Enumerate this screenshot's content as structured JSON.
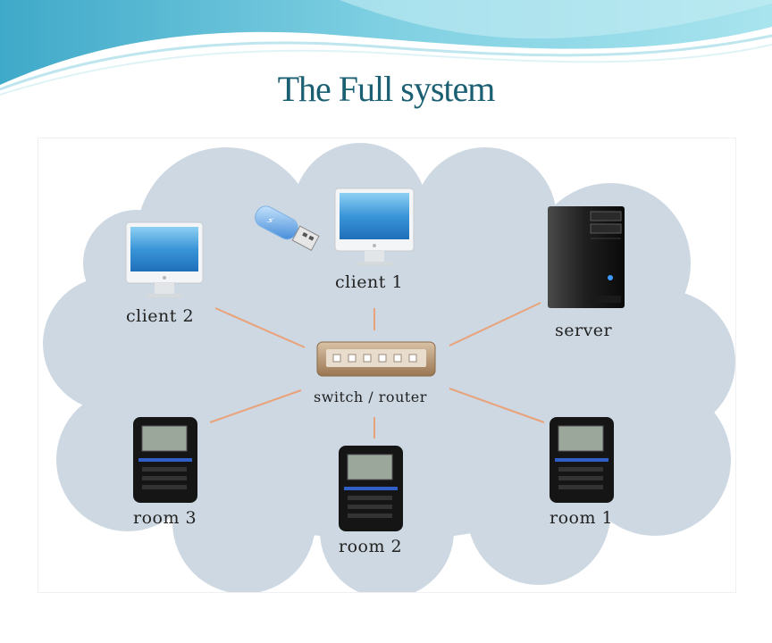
{
  "slide": {
    "title": "The Full system"
  },
  "diagram": {
    "nodes": {
      "client1": {
        "label": "client 1",
        "icon": "monitor-icon"
      },
      "client2": {
        "label": "client 2",
        "icon": "monitor-icon"
      },
      "usb": {
        "icon": "usb-drive-icon"
      },
      "server": {
        "label": "server",
        "icon": "server-tower-icon"
      },
      "switch": {
        "label": "switch / router",
        "icon": "network-switch-icon"
      },
      "room1": {
        "label": "room 1",
        "icon": "access-terminal-icon"
      },
      "room2": {
        "label": "room 2",
        "icon": "access-terminal-icon"
      },
      "room3": {
        "label": "room 3",
        "icon": "access-terminal-icon"
      }
    }
  },
  "colors": {
    "title": "#1b5f72",
    "cloud": "#cdd8e2",
    "link": "#e9a27a",
    "banner": "#4fb3cf"
  }
}
